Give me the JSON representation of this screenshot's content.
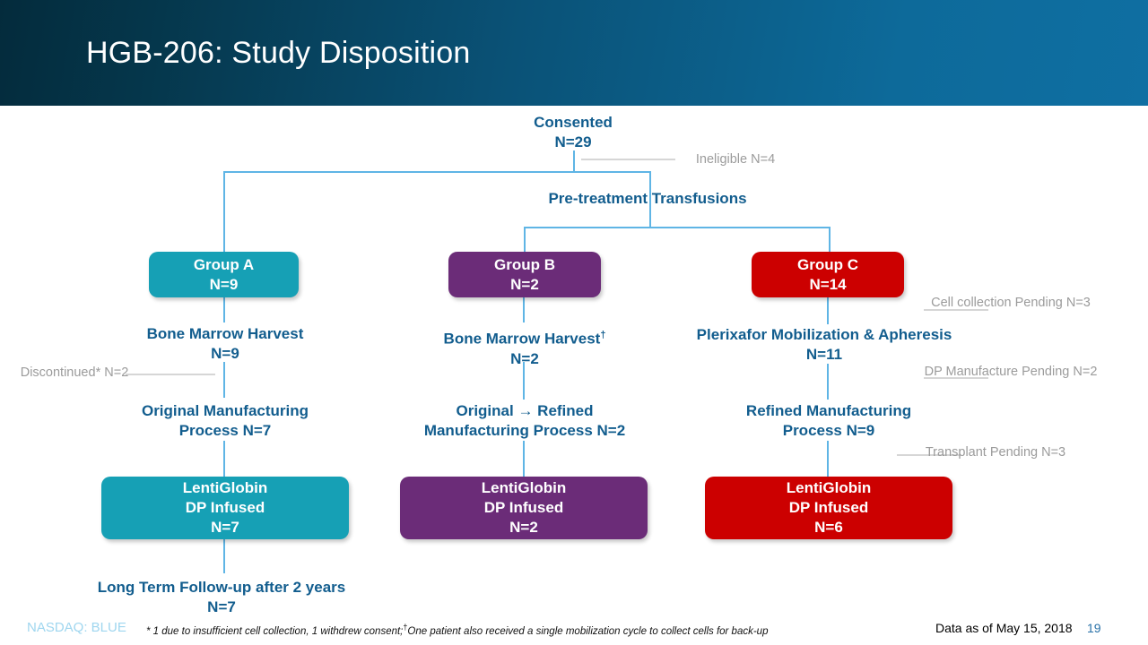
{
  "header": {
    "title": "HGB-206: Study Disposition"
  },
  "flow": {
    "consented": {
      "label": "Consented",
      "n": "N=29"
    },
    "ineligible": {
      "label": "Ineligible  N=4"
    },
    "pretreatment": {
      "label": "Pre-treatment Transfusions"
    },
    "group_a": {
      "label": "Group A",
      "n": "N=9"
    },
    "group_b": {
      "label": "Group B",
      "n": "N=2"
    },
    "group_c": {
      "label": "Group C",
      "n": "N=14"
    },
    "bmh_a": {
      "label": "Bone Marrow Harvest",
      "n": "N=9"
    },
    "bmh_b": {
      "label": "Bone Marrow Harvest",
      "dagger": "†",
      "n": "N=2"
    },
    "plerixafor": {
      "label": "Plerixafor Mobilization & Apheresis",
      "n": "N=11"
    },
    "cell_pending": {
      "label": "Cell collection Pending",
      "n": "N=3"
    },
    "discontinued": {
      "label": "Discontinued*",
      "n": "N=2"
    },
    "dp_pending": {
      "label": "DP Manufacture Pending",
      "n": "N=2"
    },
    "orig_mfg": {
      "line1": "Original Manufacturing",
      "line2": "Process N=7"
    },
    "orig_refined": {
      "line1": "Original → Refined",
      "line2": "Manufacturing Process N=2"
    },
    "refined_mfg": {
      "line1": "Refined Manufacturing",
      "line2": "Process N=9"
    },
    "transplant_pending": {
      "label": "Transplant Pending",
      "n": "N=3"
    },
    "infused_a": {
      "line1": "LentiGlobin",
      "line2": "DP Infused",
      "n": "N=7"
    },
    "infused_b": {
      "line1": "LentiGlobin",
      "line2": "DP Infused",
      "n": "N=2"
    },
    "infused_c": {
      "line1": "LentiGlobin",
      "line2": "DP Infused",
      "n": "N=6"
    },
    "followup": {
      "label": "Long Term Follow-up after 2 years",
      "n": "N=7"
    }
  },
  "footer": {
    "nasdaq": "NASDAQ: BLUE",
    "footnote_a": "* 1 due to insufficient cell collection, 1 withdrew consent;",
    "footnote_dagger": "†",
    "footnote_b": "One patient also received a single mobilization cycle to collect cells for back-up",
    "data_as_of": "Data as of May 15, 2018",
    "page_number": "19"
  },
  "colors": {
    "group_a": "#16a0b5",
    "group_b": "#6b2c78",
    "group_c": "#cc0000",
    "flow_text": "#125d8e",
    "connector": "#5fb5e5",
    "note_text": "#9b9b9b",
    "header_dark": "#042b3c",
    "header_light": "#0f6fa2",
    "nasdaq": "#9fd6ef",
    "page_number": "#2a72a8"
  }
}
